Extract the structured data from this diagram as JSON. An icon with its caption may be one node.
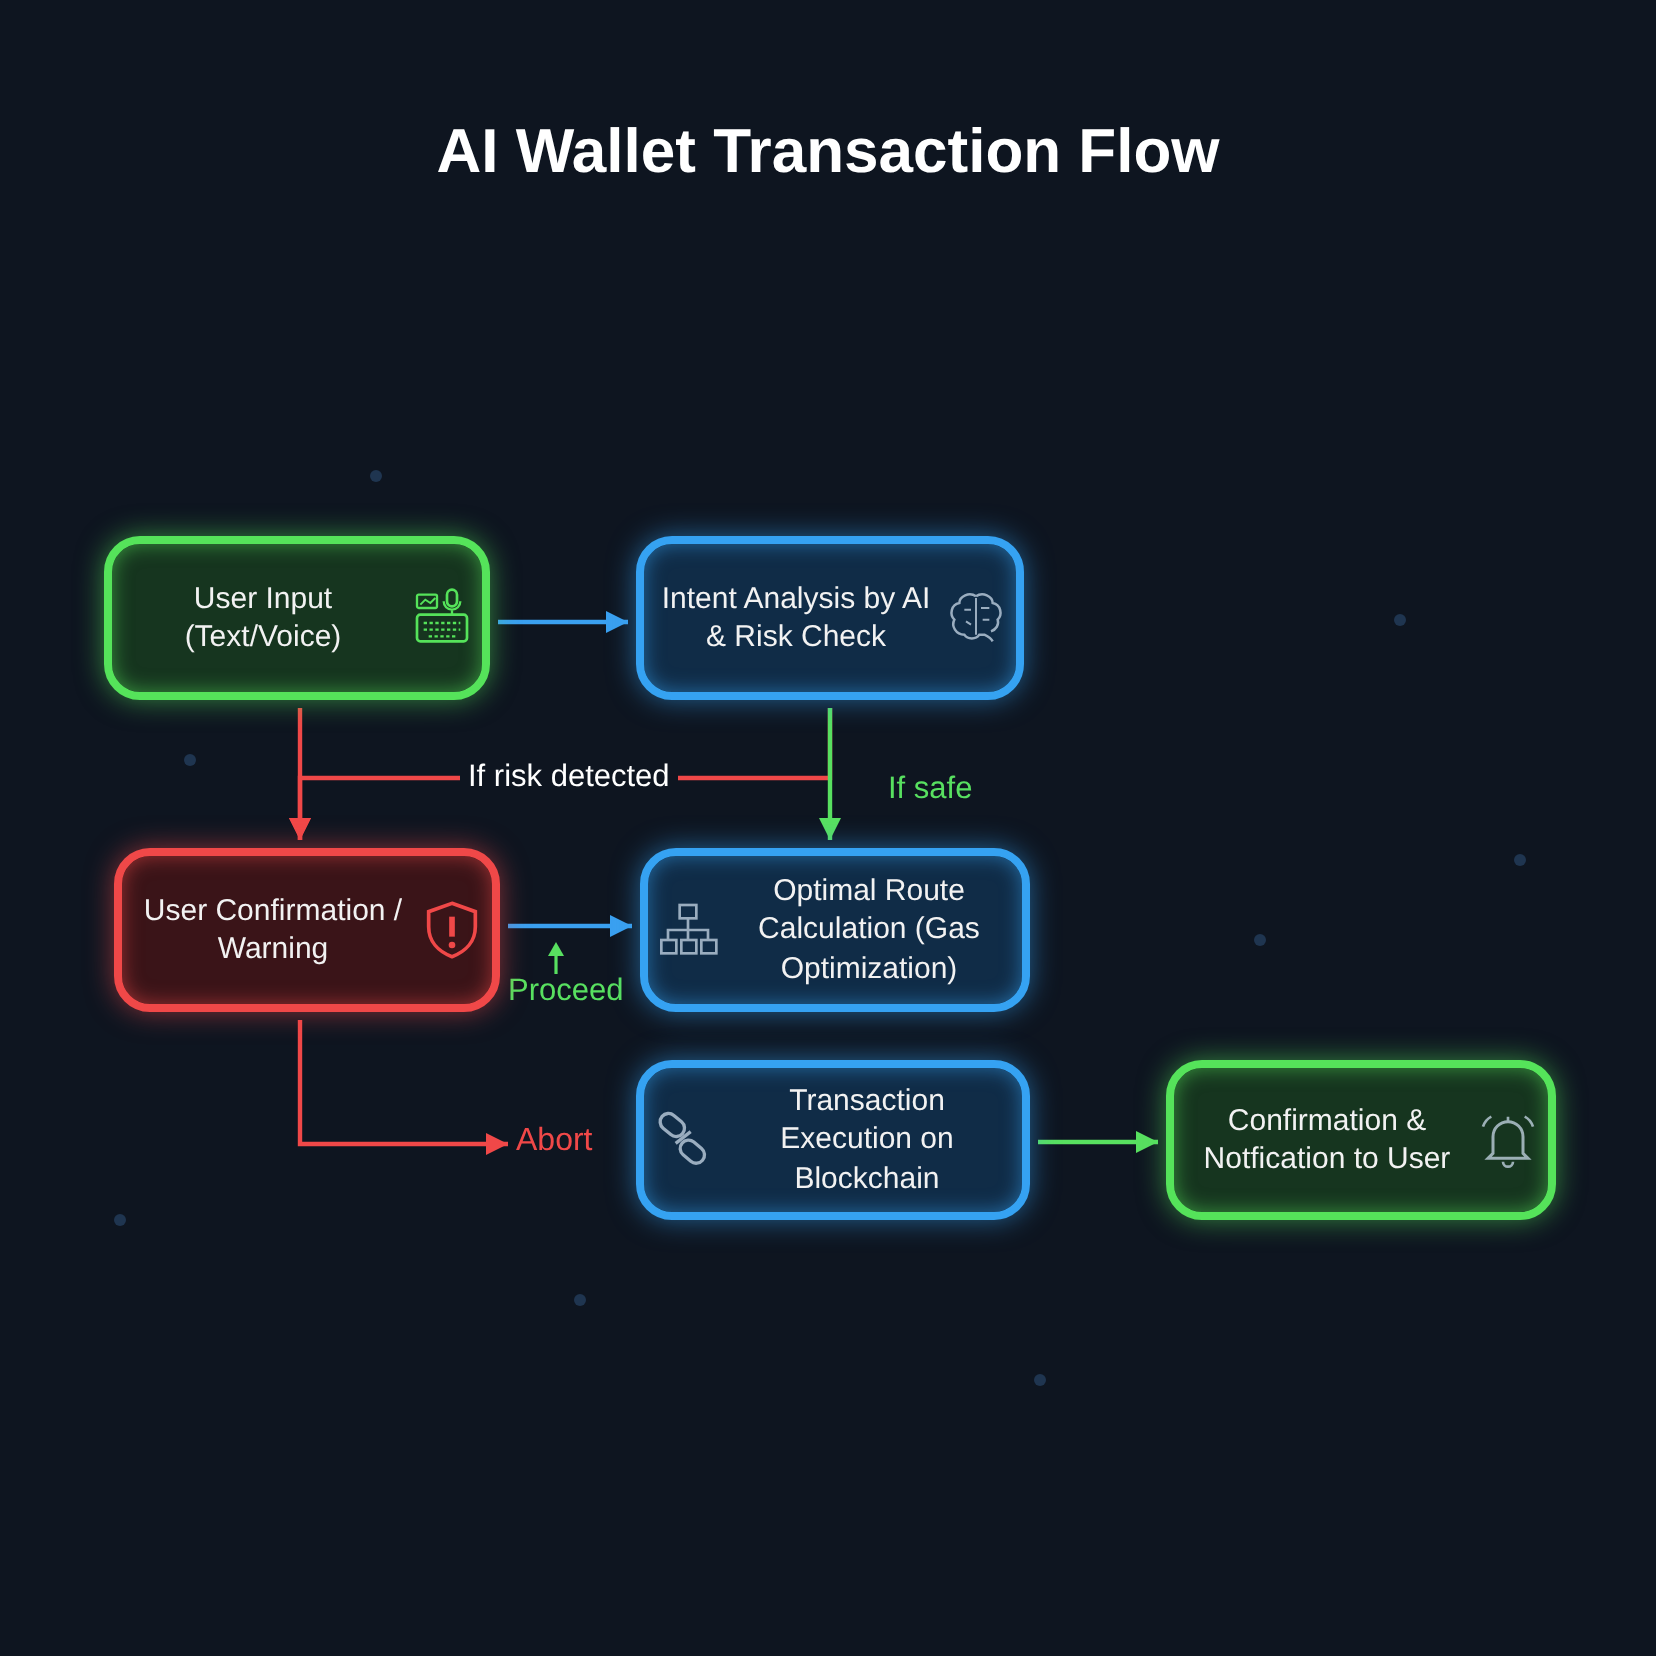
{
  "diagram": {
    "title": "AI Wallet Transaction Flow",
    "nodes": [
      {
        "text": [
          "User Input (Text/Voice)"
        ]
      },
      {
        "text": [
          "Intent Analysis by AI & Risk Check"
        ]
      },
      {
        "text": [
          "User Confirmation / Warning"
        ]
      },
      {
        "text": [
          "Optimal Route Calculation (Gas Optimization)"
        ]
      },
      {
        "text": [
          "Transaction Execution on Blockchain"
        ]
      },
      {
        "text": [
          "Confirmation & Notfication to User"
        ]
      },
      {
        "text": [
          "Abort"
        ]
      }
    ],
    "edges": [
      {
        "from": 0,
        "to": 1,
        "arrow": "to",
        "color": "#3aa0f0"
      },
      {
        "from": 0,
        "to": 2,
        "arrow": "to",
        "color": "#f04848"
      },
      {
        "from": 1,
        "to": 2,
        "arrow": "to",
        "label": "If risk detected",
        "color": "#f04848"
      },
      {
        "from": 1,
        "to": 3,
        "arrow": "to",
        "label": "If safe",
        "color": "#58e060"
      },
      {
        "from": 2,
        "to": 3,
        "arrow": "to",
        "label": "Proceed",
        "color": "#3aa0f0"
      },
      {
        "from": 2,
        "to": 6,
        "arrow": "to",
        "color": "#f04848"
      },
      {
        "from": 4,
        "to": 5,
        "arrow": "to",
        "color": "#58e060"
      }
    ]
  }
}
